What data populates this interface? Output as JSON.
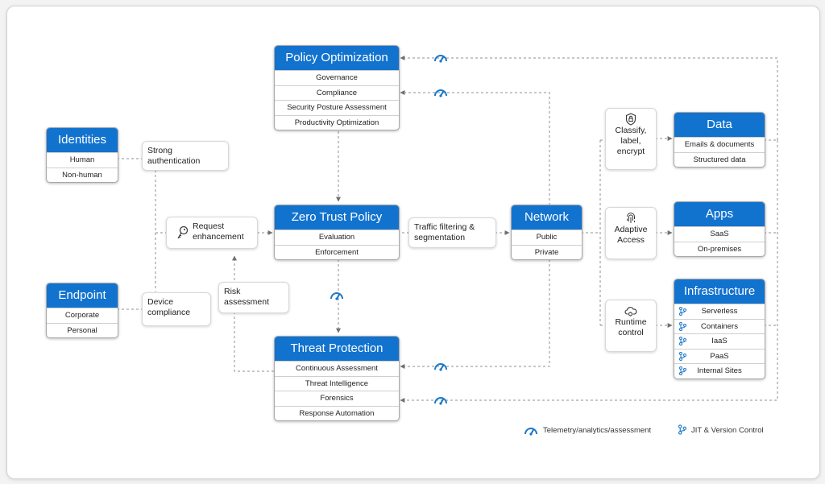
{
  "boxes": {
    "policy_optimization": {
      "title": "Policy Optimization",
      "rows": [
        "Governance",
        "Compliance",
        "Security Posture Assessment",
        "Productivity Optimization"
      ]
    },
    "identities": {
      "title": "Identities",
      "rows": [
        "Human",
        "Non-human"
      ]
    },
    "endpoint": {
      "title": "Endpoint",
      "rows": [
        "Corporate",
        "Personal"
      ]
    },
    "zero_trust_policy": {
      "title": "Zero Trust Policy",
      "rows": [
        "Evaluation",
        "Enforcement"
      ]
    },
    "network": {
      "title": "Network",
      "rows": [
        "Public",
        "Private"
      ]
    },
    "threat_protection": {
      "title": "Threat Protection",
      "rows": [
        "Continuous Assessment",
        "Threat Intelligence",
        "Forensics",
        "Response Automation"
      ]
    },
    "data": {
      "title": "Data",
      "rows": [
        "Emails & documents",
        "Structured data"
      ]
    },
    "apps": {
      "title": "Apps",
      "rows": [
        "SaaS",
        "On-premises"
      ]
    },
    "infrastructure": {
      "title": "Infrastructure",
      "rows": [
        "Serverless",
        "Containers",
        "IaaS",
        "PaaS",
        "Internal Sites"
      ]
    }
  },
  "labels": {
    "strong_auth": {
      "line1": "Strong",
      "line2": "authentication"
    },
    "device_compliance": {
      "line1": "Device",
      "line2": "compliance"
    },
    "request_enh": {
      "line1": "Request",
      "line2": "enhancement"
    },
    "risk": {
      "line1": "Risk",
      "line2": "assessment"
    },
    "traffic": {
      "line1": "Traffic filtering &",
      "line2": "segmentation"
    },
    "classify": {
      "line1": "Classify,",
      "line2": "label,",
      "line3": "encrypt"
    },
    "adaptive": {
      "line1": "Adaptive",
      "line2": "Access"
    },
    "runtime": {
      "line1": "Runtime",
      "line2": "control"
    }
  },
  "legend": {
    "telemetry": "Telemetry/analytics/assessment",
    "jit": "JIT & Version Control"
  },
  "icons": {
    "telemetry": "gauge-icon",
    "jit": "branch-icon",
    "request": "key-icon",
    "classify": "shield-lock-icon",
    "adaptive": "fingerprint-icon",
    "runtime": "cloud-gear-icon"
  },
  "colors": {
    "accent": "#1273cf",
    "connector": "#8f8f8f",
    "icon": "#1a78c8"
  }
}
